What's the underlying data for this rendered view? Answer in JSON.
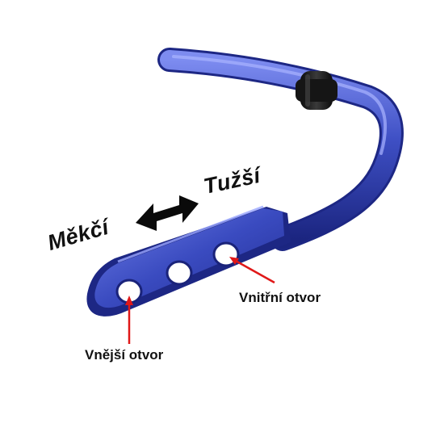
{
  "labels": {
    "softer": "Měkčí",
    "stiffer": "Tužší",
    "inner_hole": "Vnitřní otvor",
    "outer_hole": "Vnější otvor"
  },
  "colors": {
    "background": "#ffffff",
    "bar_blue": "#3f4fc1",
    "bar_dark": "#1f2a8a",
    "bushing": "#1a1a1a",
    "pointer_red": "#e01818",
    "text": "#111111"
  }
}
